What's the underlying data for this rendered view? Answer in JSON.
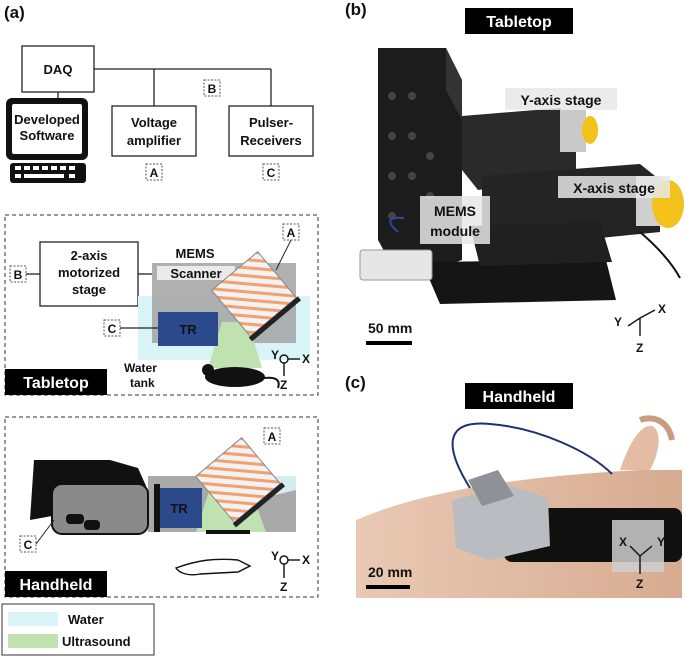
{
  "panel_labels": {
    "a": "(a)",
    "b": "(b)",
    "c": "(c)"
  },
  "system": {
    "daq": "DAQ",
    "software_line1": "Developed",
    "software_line2": "Software",
    "amp_line1": "Voltage",
    "amp_line2": "amplifier",
    "pulser_line1": "Pulser-",
    "pulser_line2": "Receivers",
    "tag_a": "A",
    "tag_b": "B",
    "tag_c": "C"
  },
  "tabletop_diagram": {
    "stage_line1": "2-axis",
    "stage_line2": "motorized",
    "stage_line3": "stage",
    "mems_line1": "MEMS",
    "mems_line2": "Scanner",
    "tr": "TR",
    "water_line1": "Water",
    "water_line2": "tank",
    "banner": "Tabletop",
    "axis_y": "Y",
    "axis_x": "X",
    "axis_z": "Z"
  },
  "handheld_diagram": {
    "tr": "TR",
    "banner": "Handheld",
    "axis_y": "Y",
    "axis_x": "X",
    "axis_z": "Z"
  },
  "legend": {
    "water": "Water",
    "ultrasound": "Ultrasound"
  },
  "photo_tabletop": {
    "banner": "Tabletop",
    "y_stage": "Y-axis stage",
    "x_stage": "X-axis stage",
    "mems_line1": "MEMS",
    "mems_line2": "module",
    "scale": "50 mm",
    "axis_y": "Y",
    "axis_x": "X",
    "axis_z": "Z"
  },
  "photo_handheld": {
    "banner": "Handheld",
    "scale": "20 mm",
    "axis_x": "X",
    "axis_y": "Y",
    "axis_z": "Z"
  },
  "colors": {
    "tag_a": "#e8863c",
    "tag_b": "#3a6fc4",
    "tag_c": "#5aa33a",
    "transducer": "#2b4a8c",
    "water": "#d8f4f6",
    "ultrasound": "#bfe2b0",
    "scanner_gray": "#a9a9a9"
  }
}
